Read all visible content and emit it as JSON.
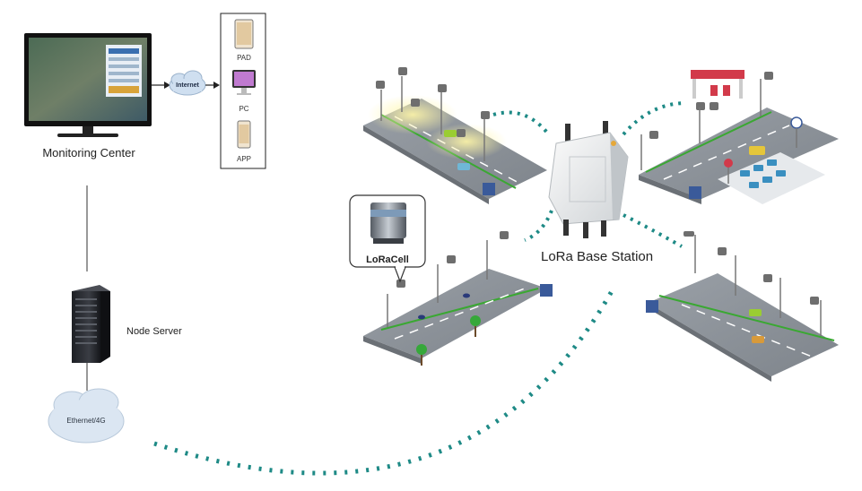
{
  "monitoring_center": {
    "label": "Monitoring Center"
  },
  "internet": {
    "label": "Internet"
  },
  "clients": [
    {
      "label": "PAD"
    },
    {
      "label": "PC"
    },
    {
      "label": "APP"
    }
  ],
  "node_server": {
    "label": "Node Server"
  },
  "ethernet": {
    "label": "Ethernet/4G"
  },
  "base_station": {
    "label": "LoRa Base Station"
  },
  "loracell": {
    "label": "LoRaCell"
  },
  "colors": {
    "signal": "#1e8a86",
    "road": "#8a8f96",
    "grass": "#3aa832",
    "cloud": "#dbe6f2"
  }
}
